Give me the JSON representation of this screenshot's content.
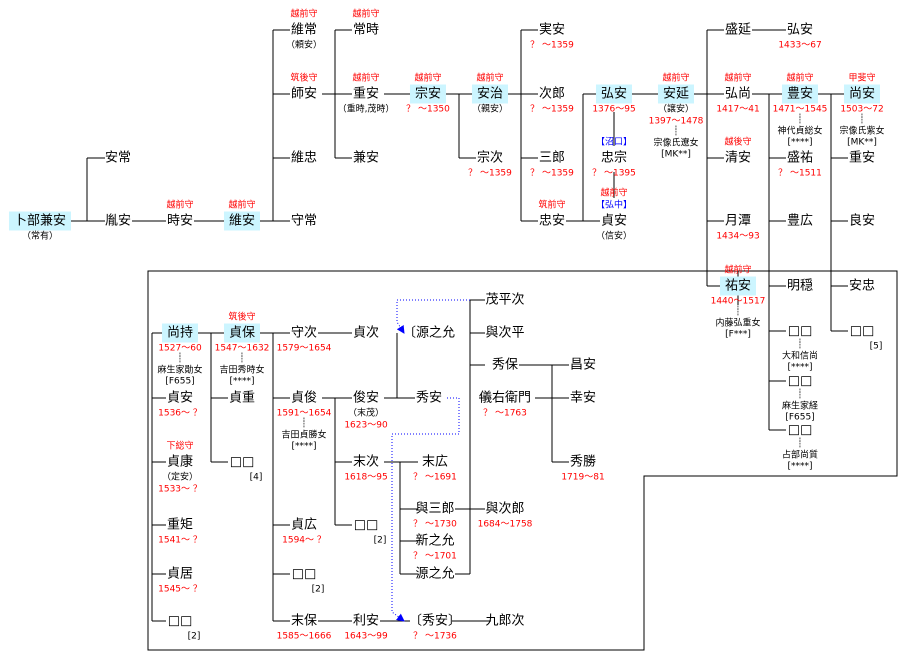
{
  "people": [
    {
      "id": "urabe_kaneyasu",
      "name": "卜部兼安",
      "hl": true,
      "alt": "（常有）"
    },
    {
      "id": "yasutsune",
      "name": "安常"
    },
    {
      "id": "ranyasu",
      "name": "胤安"
    },
    {
      "id": "tokiyasu",
      "name": "時安",
      "title": "越前守"
    },
    {
      "id": "koreyasu",
      "name": "維安",
      "hl": true,
      "title": "越前守"
    },
    {
      "id": "moritsune",
      "name": "守常"
    },
    {
      "id": "koretsune",
      "name": "維常",
      "title": "越前守",
      "alt": "（頼安）"
    },
    {
      "id": "moroyasu",
      "name": "師安",
      "title": "筑後守"
    },
    {
      "id": "koretada",
      "name": "維忠"
    },
    {
      "id": "tsunetoki",
      "name": "常時",
      "title": "越前守"
    },
    {
      "id": "shigeyasu",
      "name": "重安",
      "title": "越前守",
      "alt": "（重時,茂時）"
    },
    {
      "id": "kaneyasu",
      "name": "兼安"
    },
    {
      "id": "muneyasu",
      "name": "宗安",
      "hl": true,
      "title": "越前守",
      "dates": "？ ～1350"
    },
    {
      "id": "yasuharu",
      "name": "安治",
      "hl": true,
      "title": "越前守",
      "alt": "（親安）"
    },
    {
      "id": "munetsugu",
      "name": "宗次",
      "dates": "？ ～1359"
    },
    {
      "id": "saneyasu",
      "name": "実安",
      "dates": "？ ～1359"
    },
    {
      "id": "jiro",
      "name": "次郎",
      "dates": "？ ～1359"
    },
    {
      "id": "saburo",
      "name": "三郎",
      "dates": "？ ～1359"
    },
    {
      "id": "tadayasu",
      "name": "忠安",
      "title": "筑前守"
    },
    {
      "id": "hiroyasu1",
      "name": "弘安",
      "hl": true,
      "dates": "1376～95"
    },
    {
      "id": "tadamune",
      "name": "忠宗",
      "region": "【沼口】",
      "dates": "？ ～1395"
    },
    {
      "id": "sadayasu_a",
      "name": "貞安",
      "title": "越前守",
      "region": "【弘中】",
      "alt": "（信安）"
    },
    {
      "id": "yasunobu",
      "name": "安延",
      "hl": true,
      "title": "越前守",
      "alt": "（譲安）",
      "dates": "1397～1478",
      "spouse": "宗像氏遼女",
      "code": "[MK**]"
    },
    {
      "id": "morinobu",
      "name": "盛延"
    },
    {
      "id": "hironao",
      "name": "弘尚",
      "title": "越前守",
      "dates": "1417～41"
    },
    {
      "id": "kiyoyasu",
      "name": "清安",
      "title": "越後守"
    },
    {
      "id": "gessho",
      "name": "月潭",
      "dates": "1434～93"
    },
    {
      "id": "sukeyasu",
      "name": "祐安",
      "hl": true,
      "title": "越前守",
      "dates": "1440～1517",
      "spouse": "内藤弘重女",
      "code": "[F***]"
    },
    {
      "id": "hiroyasu2",
      "name": "弘安",
      "dates": "1433～67"
    },
    {
      "id": "toyoyasu",
      "name": "豊安",
      "hl": true,
      "title": "越前守",
      "dates": "1471～1545",
      "spouse": "神代貞総女",
      "code": "[****]"
    },
    {
      "id": "morisuke",
      "name": "盛祐",
      "dates": "？ ～1511"
    },
    {
      "id": "toyohiro",
      "name": "豊広"
    },
    {
      "id": "meisho",
      "name": "明穏"
    },
    {
      "id": "unk1",
      "name": "□□",
      "spouse": "大和信尚",
      "code": "[****]"
    },
    {
      "id": "unk2",
      "name": "□□",
      "spouse": "麻生家経",
      "code": "[F655]"
    },
    {
      "id": "unk3",
      "name": "□□",
      "spouse": "占部尚質",
      "code": "[****]"
    },
    {
      "id": "naoyasu",
      "name": "尚安",
      "hl": true,
      "title": "甲斐守",
      "dates": "1503～72",
      "spouse": "宗像氏紫女",
      "code": "[MK**]"
    },
    {
      "id": "shigeyasu2",
      "name": "重安"
    },
    {
      "id": "yoshiyasu",
      "name": "良安"
    },
    {
      "id": "yasutada",
      "name": "安忠"
    },
    {
      "id": "unk4",
      "name": "□□",
      "code": "[5]"
    },
    {
      "id": "naomochi",
      "name": "尚持",
      "hl": true,
      "dates": "1527～60",
      "spouse": "麻生家勛女",
      "code": "[F655]"
    },
    {
      "id": "sadayasu_b",
      "name": "貞安",
      "dates": "1536～ ？"
    },
    {
      "id": "sadayasu_c",
      "name": "貞康",
      "title": "下総守",
      "alt": "（定安）",
      "dates": "1533～ ？"
    },
    {
      "id": "shigenori",
      "name": "重矩",
      "dates": "1541～ ？"
    },
    {
      "id": "sadaori",
      "name": "貞居",
      "dates": "1545～ ？"
    },
    {
      "id": "unk5",
      "name": "□□",
      "code": "[2]"
    },
    {
      "id": "sadayasu_d",
      "name": "貞保",
      "hl": true,
      "title": "筑後守",
      "dates": "1547～1632",
      "spouse": "吉田秀時女",
      "code": "[****]"
    },
    {
      "id": "sadashige",
      "name": "貞重"
    },
    {
      "id": "unk6",
      "name": "□□",
      "code": "[4]"
    },
    {
      "id": "moritsugu",
      "name": "守次",
      "dates": "1579～1654"
    },
    {
      "id": "sadatoshi",
      "name": "貞俊",
      "dates": "1591～1654",
      "spouse": "吉田貞勝女",
      "code": "[****]"
    },
    {
      "id": "sadahiro",
      "name": "貞広",
      "dates": "1594～ ？"
    },
    {
      "id": "unk7",
      "name": "□□",
      "code": "[2]"
    },
    {
      "id": "sueyasu",
      "name": "末保",
      "dates": "1585～1666"
    },
    {
      "id": "sadatsugu",
      "name": "貞次"
    },
    {
      "id": "toshiyasu_a",
      "name": "俊安",
      "alt": "（末茂）",
      "dates": "1623～90"
    },
    {
      "id": "suetsugu",
      "name": "末次",
      "dates": "1618～95"
    },
    {
      "id": "unk8",
      "name": "□□",
      "code": "[2]"
    },
    {
      "id": "toshiyasu_b",
      "name": "利安",
      "dates": "1643～99"
    },
    {
      "id": "minamoto_yukimitsu",
      "name": "〔源之允"
    },
    {
      "id": "hideyasu_a",
      "name": "秀安"
    },
    {
      "id": "suehiro",
      "name": "末広",
      "dates": "？ ～1691"
    },
    {
      "id": "yosaburo",
      "name": "與三郎",
      "dates": "？ ～1730"
    },
    {
      "id": "shinnojo",
      "name": "新之允",
      "dates": "？ ～1701"
    },
    {
      "id": "gennojo",
      "name": "源之允"
    },
    {
      "id": "hideyasu_b",
      "name": "〔秀安〕",
      "dates": "？ ～1736"
    },
    {
      "id": "kurotsugu",
      "name": "九郎次"
    },
    {
      "id": "moheiji",
      "name": "茂平次"
    },
    {
      "id": "yojihei",
      "name": "與次平"
    },
    {
      "id": "hideyasu_c",
      "name": "秀保"
    },
    {
      "id": "giemon",
      "name": "儀右衛門",
      "dates": "？ ～1763"
    },
    {
      "id": "yojiro",
      "name": "與次郎",
      "dates": "1684～1758"
    },
    {
      "id": "masayasu",
      "name": "昌安"
    },
    {
      "id": "yukiyasu",
      "name": "幸安"
    },
    {
      "id": "hidekatsu",
      "name": "秀勝",
      "dates": "1719～81"
    }
  ],
  "colors": {
    "highlight": "#ccf5ff",
    "title": "#ff0000",
    "dates": "#ff0000",
    "region": "#0000ff",
    "adoption_link": "#0000ff",
    "line": "#000000"
  }
}
